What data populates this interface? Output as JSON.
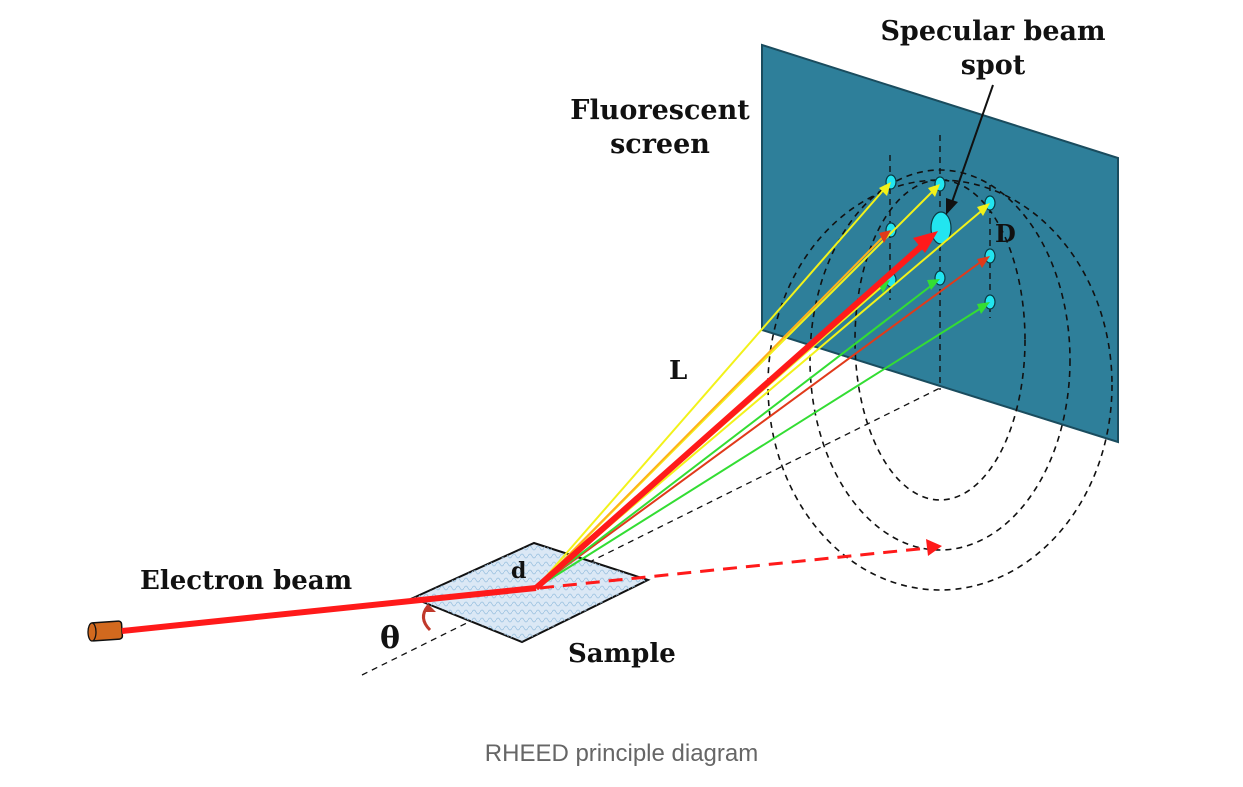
{
  "labels": {
    "specular_line1": "Specular beam",
    "specular_line2": "spot",
    "fluorescent_line1": "Fluorescent",
    "fluorescent_line2": "screen",
    "L": "L",
    "D": "D",
    "d": "d",
    "electron_beam": "Electron beam",
    "theta": "θ",
    "sample": "Sample"
  },
  "caption": "RHEED principle diagram",
  "colors": {
    "screen": "#2E7F9A",
    "screen_edge": "#1a4c5e",
    "spot": "#22E5F0",
    "beam": "#FF1A1A",
    "yellow": "#F2F21A",
    "orange": "#FFB01A",
    "green": "#33DD33",
    "red_thin": "#E03A1A",
    "gun": "#D2691E",
    "sample_fill": "#dbe8f5",
    "ink": "#111111"
  }
}
